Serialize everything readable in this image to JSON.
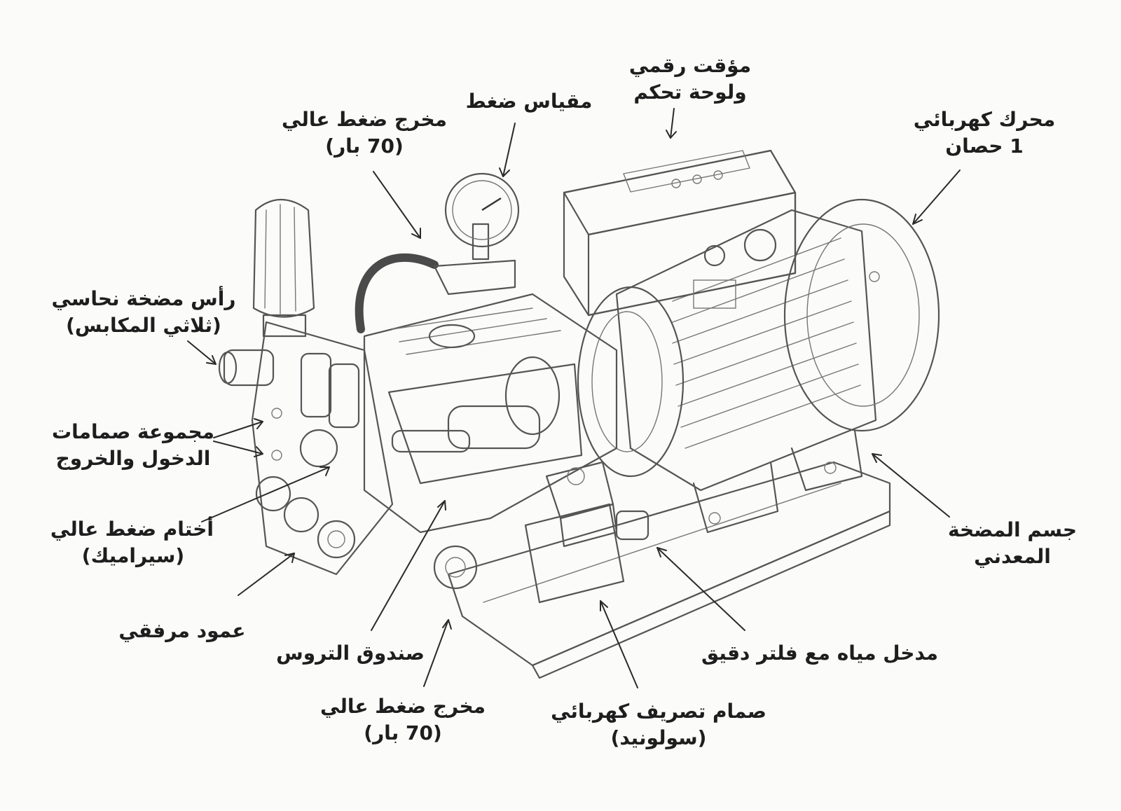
{
  "labels": {
    "motor": [
      "محرك كهربائي",
      "1 حصان"
    ],
    "timer": [
      "مؤقت رقمي",
      "ولوحة تحكم"
    ],
    "gauge": [
      "مقياس ضغط"
    ],
    "outlet_top": [
      "مخرج ضغط عالي",
      "(70 بار)"
    ],
    "pump_head": [
      "رأس مضخة نحاسي",
      "(ثلاثي المكابس)"
    ],
    "valves": [
      "مجموعة صمامات",
      "الدخول والخروج"
    ],
    "seals": [
      "أختام ضغط عالي",
      "(سيراميك)"
    ],
    "crankshaft": [
      "عمود مرفقي"
    ],
    "gearbox": [
      "صندوق التروس"
    ],
    "outlet_bottom": [
      "مخرج ضغط عالي",
      "(70 بار)"
    ],
    "solenoid": [
      "صمام تصريف كهربائي",
      "(سولونيد)"
    ],
    "water_inlet": [
      "مدخل مياه مع فلتر دقيق"
    ],
    "pump_body": [
      "جسم المضخة",
      "المعدني"
    ]
  },
  "colors": {
    "brass": "#d8b77a",
    "brass_dark": "#a9864c",
    "blue_housing": "#8fc0d8",
    "steel": "#e6e6e4",
    "pencil": "#555555",
    "text": "#1e1e1e"
  }
}
